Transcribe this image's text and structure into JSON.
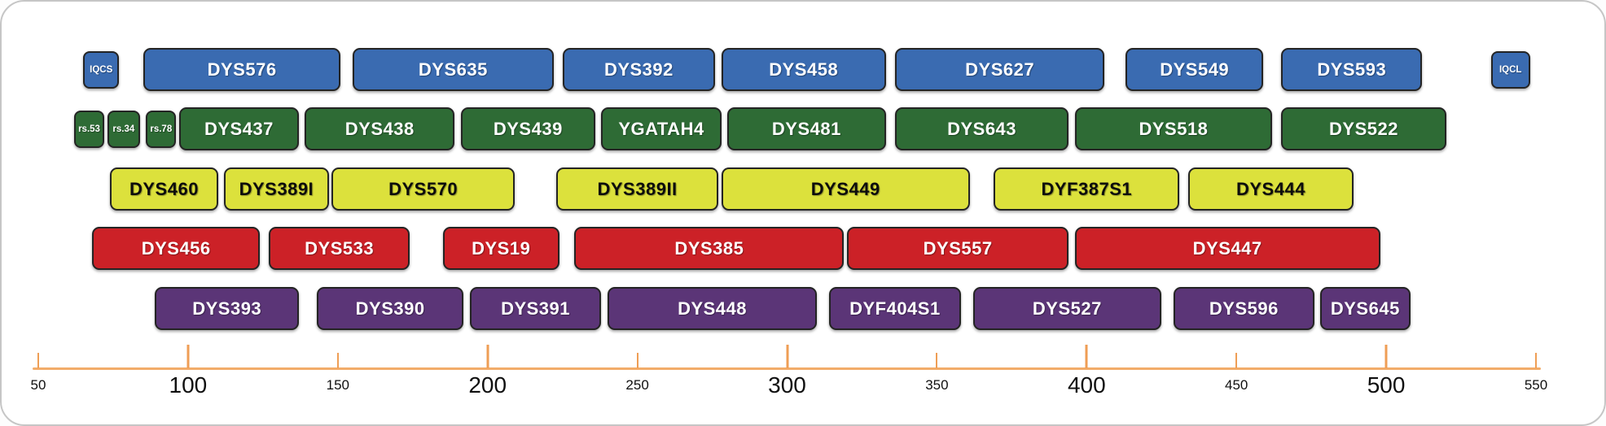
{
  "chart_data": {
    "type": "bar",
    "subtype": "horizontal-range-map",
    "description_axis_unit": "bp",
    "axis": {
      "min": 50,
      "max": 550,
      "line_color": "#F2AC6A",
      "tick_color": "#EF9E55",
      "label_color": "#101010",
      "ticks": [
        {
          "label": "50",
          "value": 50,
          "major": false
        },
        {
          "label": "100",
          "value": 100,
          "major": true
        },
        {
          "label": "150",
          "value": 150,
          "major": false
        },
        {
          "label": "200",
          "value": 200,
          "major": true
        },
        {
          "label": "250",
          "value": 250,
          "major": false
        },
        {
          "label": "300",
          "value": 300,
          "major": true
        },
        {
          "label": "350",
          "value": 350,
          "major": false
        },
        {
          "label": "400",
          "value": 400,
          "major": true
        },
        {
          "label": "450",
          "value": 450,
          "major": false
        },
        {
          "label": "500",
          "value": 500,
          "major": true
        },
        {
          "label": "550",
          "value": 550,
          "major": false
        }
      ]
    },
    "rows": [
      {
        "dye": "blue",
        "color": "#3A6BB1",
        "text_color": "#ffffff",
        "markers": [
          {
            "label": "IQCS",
            "start": 65,
            "end": 77,
            "small": true
          },
          {
            "label": "DYS576",
            "start": 85,
            "end": 151,
            "small": false
          },
          {
            "label": "DYS635",
            "start": 155,
            "end": 222,
            "small": false
          },
          {
            "label": "DYS392",
            "start": 225,
            "end": 276,
            "small": false
          },
          {
            "label": "DYS458",
            "start": 278,
            "end": 333,
            "small": false
          },
          {
            "label": "DYS627",
            "start": 336,
            "end": 406,
            "small": false
          },
          {
            "label": "DYS549",
            "start": 413,
            "end": 459,
            "small": false
          },
          {
            "label": "DYS593",
            "start": 465,
            "end": 512,
            "small": false
          },
          {
            "label": "IQCL",
            "start": 535,
            "end": 548,
            "small": true
          }
        ]
      },
      {
        "dye": "green",
        "color": "#2E6B35",
        "text_color": "#ffffff",
        "markers": [
          {
            "label": "rs.53",
            "start": 62,
            "end": 72,
            "small": true
          },
          {
            "label": "rs.34",
            "start": 73,
            "end": 84,
            "small": true
          },
          {
            "label": "rs.78",
            "start": 86,
            "end": 96,
            "small": true
          },
          {
            "label": "DYS437",
            "start": 97,
            "end": 137,
            "small": false
          },
          {
            "label": "DYS438",
            "start": 139,
            "end": 189,
            "small": false
          },
          {
            "label": "DYS439",
            "start": 191,
            "end": 236,
            "small": false
          },
          {
            "label": "YGATAH4",
            "start": 238,
            "end": 278,
            "small": false
          },
          {
            "label": "DYS481",
            "start": 280,
            "end": 333,
            "small": false
          },
          {
            "label": "DYS643",
            "start": 336,
            "end": 394,
            "small": false
          },
          {
            "label": "DYS518",
            "start": 396,
            "end": 462,
            "small": false
          },
          {
            "label": "DYS522",
            "start": 465,
            "end": 520,
            "small": false
          }
        ]
      },
      {
        "dye": "yellow",
        "color": "#DCE13C",
        "text_color": "#0c0c0c",
        "markers": [
          {
            "label": "DYS460",
            "start": 74,
            "end": 110,
            "small": false
          },
          {
            "label": "DYS389I",
            "start": 112,
            "end": 147,
            "small": false
          },
          {
            "label": "DYS570",
            "start": 148,
            "end": 209,
            "small": false
          },
          {
            "label": "DYS389II",
            "start": 223,
            "end": 277,
            "small": false
          },
          {
            "label": "DYS449",
            "start": 278,
            "end": 361,
            "small": false
          },
          {
            "label": "DYF387S1",
            "start": 369,
            "end": 431,
            "small": false
          },
          {
            "label": "DYS444",
            "start": 434,
            "end": 489,
            "small": false
          }
        ]
      },
      {
        "dye": "red",
        "color": "#CC2127",
        "text_color": "#ffffff",
        "markers": [
          {
            "label": "DYS456",
            "start": 68,
            "end": 124,
            "small": false
          },
          {
            "label": "DYS533",
            "start": 127,
            "end": 174,
            "small": false
          },
          {
            "label": "DYS19",
            "start": 185,
            "end": 224,
            "small": false
          },
          {
            "label": "DYS385",
            "start": 229,
            "end": 319,
            "small": false
          },
          {
            "label": "DYS557",
            "start": 320,
            "end": 394,
            "small": false
          },
          {
            "label": "DYS447",
            "start": 396,
            "end": 498,
            "small": false
          }
        ]
      },
      {
        "dye": "purple",
        "color": "#5B3577",
        "text_color": "#ffffff",
        "markers": [
          {
            "label": "DYS393",
            "start": 89,
            "end": 137,
            "small": false
          },
          {
            "label": "DYS390",
            "start": 143,
            "end": 192,
            "small": false
          },
          {
            "label": "DYS391",
            "start": 194,
            "end": 238,
            "small": false
          },
          {
            "label": "DYS448",
            "start": 240,
            "end": 310,
            "small": false
          },
          {
            "label": "DYF404S1",
            "start": 314,
            "end": 358,
            "small": false
          },
          {
            "label": "DYS527",
            "start": 362,
            "end": 425,
            "small": false
          },
          {
            "label": "DYS596",
            "start": 429,
            "end": 476,
            "small": false
          },
          {
            "label": "DYS645",
            "start": 478,
            "end": 508,
            "small": false
          }
        ]
      }
    ]
  }
}
